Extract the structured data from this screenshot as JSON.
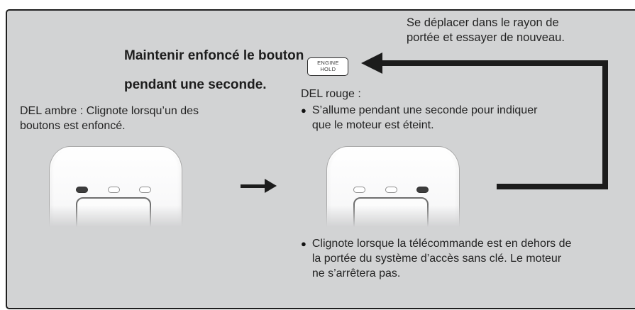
{
  "colors": {
    "page_bg": "#ffffff",
    "panel_bg": "#d2d3d4",
    "panel_border": "#1f1f1f",
    "text": "#232323",
    "arrow": "#1c1c1c",
    "fob_border": "#a9a9a9",
    "led_lit": "#3d3d3d",
    "led_off_border": "#8f8f8f"
  },
  "instruction": {
    "before_button": "Maintenir enfoncé le bouton",
    "button_line1": "ENGINE",
    "button_line2": "HOLD",
    "after_button": "pendant une seconde."
  },
  "notes": {
    "retry": "Se déplacer dans le rayon de portée et essayer de nouveau.",
    "amber": "DEL ambre : Clignote lorsqu’un des boutons est enfoncé.",
    "red_title": "DEL rouge :",
    "red_bullet_1": "S’allume pendant une seconde pour indiquer que le moteur est éteint.",
    "red_bullet_2": "Clignote lorsque la télécommande est en dehors de la portée du système d’accès sans clé. Le moteur ne s’arrêtera pas."
  },
  "icons": {
    "bullet": "●"
  }
}
